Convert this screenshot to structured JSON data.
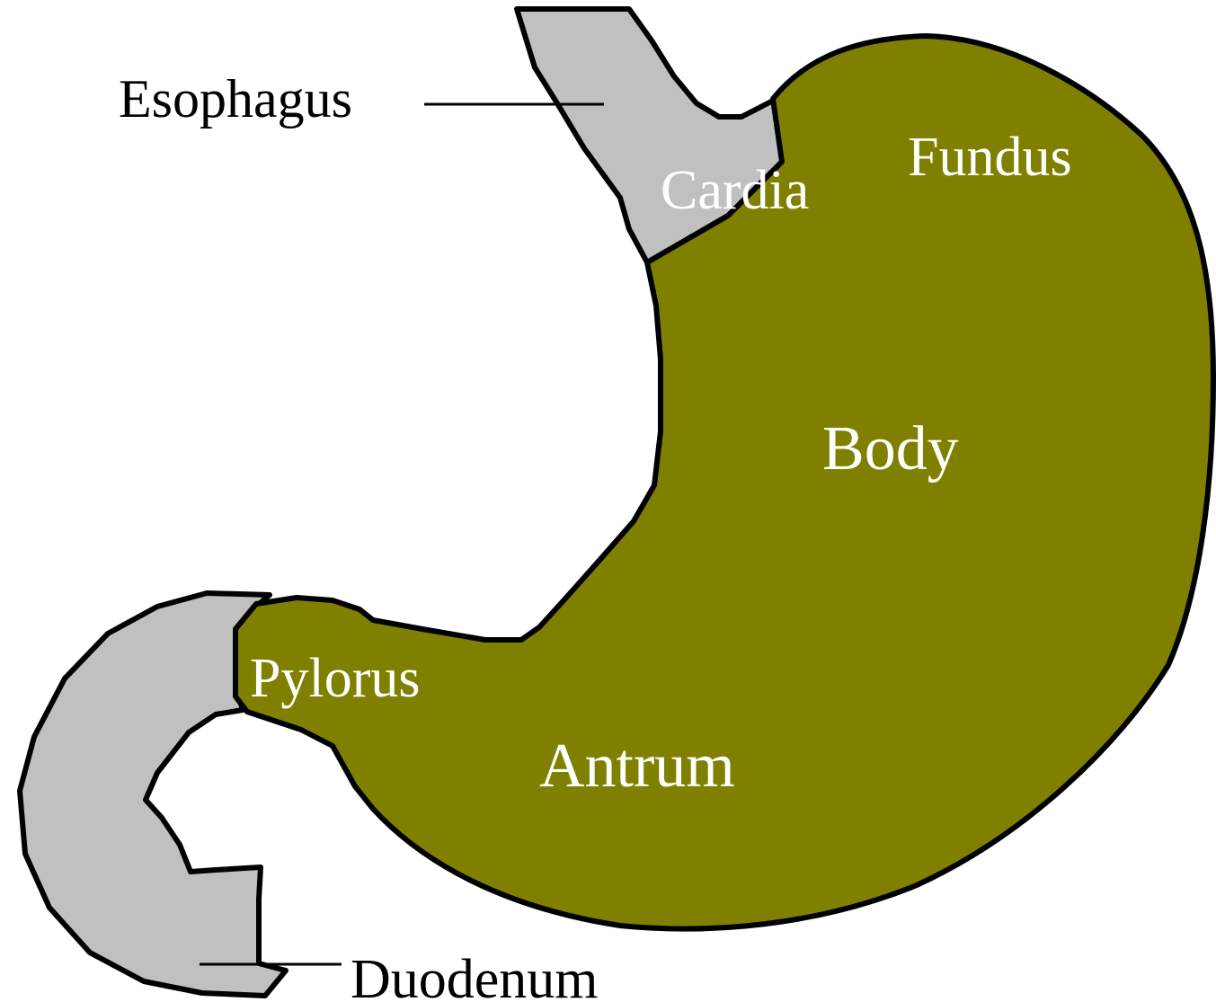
{
  "colors": {
    "stomach_fill": "#808000",
    "esophagus_fill": "#c0c0c0",
    "duodenum_fill": "#c0c0c0",
    "outline": "#000000",
    "internal_label": "#ffffff",
    "external_label": "#000000",
    "background": "#ffffff"
  },
  "labels": {
    "esophagus": "Esophagus",
    "cardia": "Cardia",
    "fundus": "Fundus",
    "body": "Body",
    "pylorus": "Pylorus",
    "antrum": "Antrum",
    "duodenum": "Duodenum"
  }
}
